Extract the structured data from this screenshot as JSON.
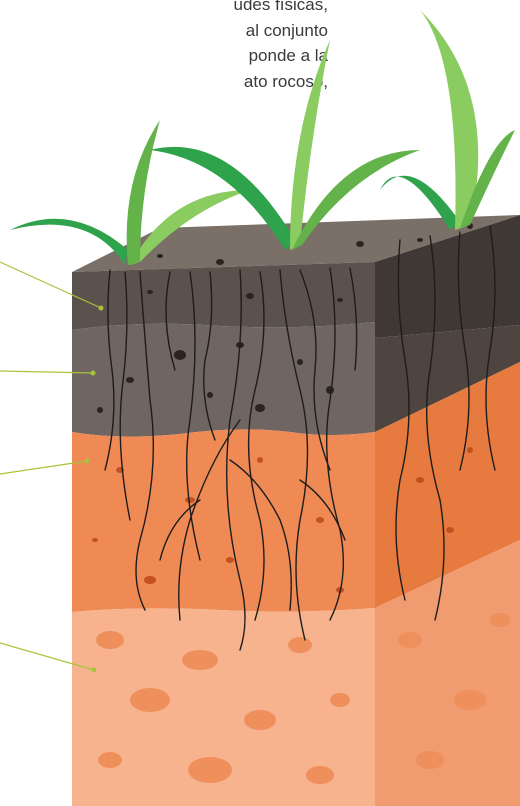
{
  "text_lines": [
    "udes físicas,",
    "al conjunto",
    "ponde a la",
    "ato rocoso,"
  ],
  "colors": {
    "text": "#3a3a3a",
    "leader_line": "#a8c43a",
    "horizon_o_top": "#7a7068",
    "horizon_o_front": "#5b524d",
    "horizon_a_front": "#6f6661",
    "horizon_b_front": "#ef8a55",
    "horizon_c_front": "#f7b38e",
    "grass_dark": "#2fa24c",
    "grass_light": "#8bcc61",
    "roots": "#1d1d1d"
  },
  "icons": [
    "grass",
    "roots",
    "soil-block"
  ]
}
